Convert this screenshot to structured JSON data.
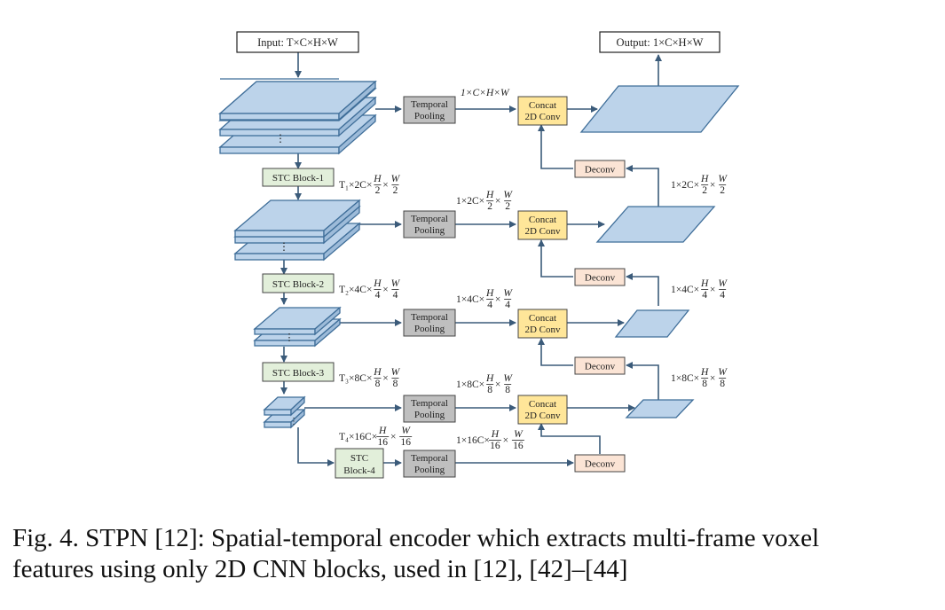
{
  "diagram": {
    "input_label": "Input: T×C×H×W",
    "output_label": "Output: 1×C×H×W",
    "stc_blocks": [
      "STC Block-1",
      "STC Block-2",
      "STC Block-3",
      "STC",
      "Block-4"
    ],
    "temporal_pooling": [
      "Temporal",
      "Pooling"
    ],
    "concat": [
      "Concat",
      "2D Conv"
    ],
    "deconv": "Deconv",
    "ellipsis": "⋮",
    "dims": {
      "top_pool_out": "1×C×H×W",
      "enc1": {
        "pre": "T₁×2C×",
        "n1": "H",
        "d1": "2",
        "n2": "W",
        "d2": "2"
      },
      "enc2": {
        "pre": "T₂×4C×",
        "n1": "H",
        "d1": "4",
        "n2": "W",
        "d2": "4"
      },
      "enc3": {
        "pre": "T₃×8C×",
        "n1": "H",
        "d1": "8",
        "n2": "W",
        "d2": "8"
      },
      "enc4": {
        "pre": "T₄×16C×",
        "n1": "H",
        "d1": "16",
        "n2": "W",
        "d2": "16"
      },
      "pool1": {
        "pre": "1×2C×",
        "n1": "H",
        "d1": "2",
        "n2": "W",
        "d2": "2"
      },
      "pool2": {
        "pre": "1×4C×",
        "n1": "H",
        "d1": "4",
        "n2": "W",
        "d2": "4"
      },
      "pool3": {
        "pre": "1×8C×",
        "n1": "H",
        "d1": "8",
        "n2": "W",
        "d2": "8"
      },
      "pool4": {
        "pre": "1×16C×",
        "n1": "H",
        "d1": "16",
        "n2": "W",
        "d2": "16"
      },
      "dec1": {
        "pre": "1×2C×",
        "n1": "H",
        "d1": "2",
        "n2": "W",
        "d2": "2"
      },
      "dec2": {
        "pre": "1×4C×",
        "n1": "H",
        "d1": "4",
        "n2": "W",
        "d2": "4"
      },
      "dec3": {
        "pre": "1×8C×",
        "n1": "H",
        "d1": "8",
        "n2": "W",
        "d2": "8"
      }
    },
    "colors": {
      "feature_fill": "#bcd3ea",
      "feature_stroke": "#3f6e99",
      "pool_fill": "#bfbfbf",
      "concat_fill": "#ffe699",
      "deconv_fill": "#fbe4d5",
      "stc_fill": "#e2efda",
      "line": "#3b5b7a"
    }
  },
  "caption": {
    "line1": "Fig. 4.  STPN [12]: Spatial-temporal encoder which extracts multi-frame voxel",
    "line2": "features using only 2D CNN blocks, used in [12], [42]–[44]"
  }
}
